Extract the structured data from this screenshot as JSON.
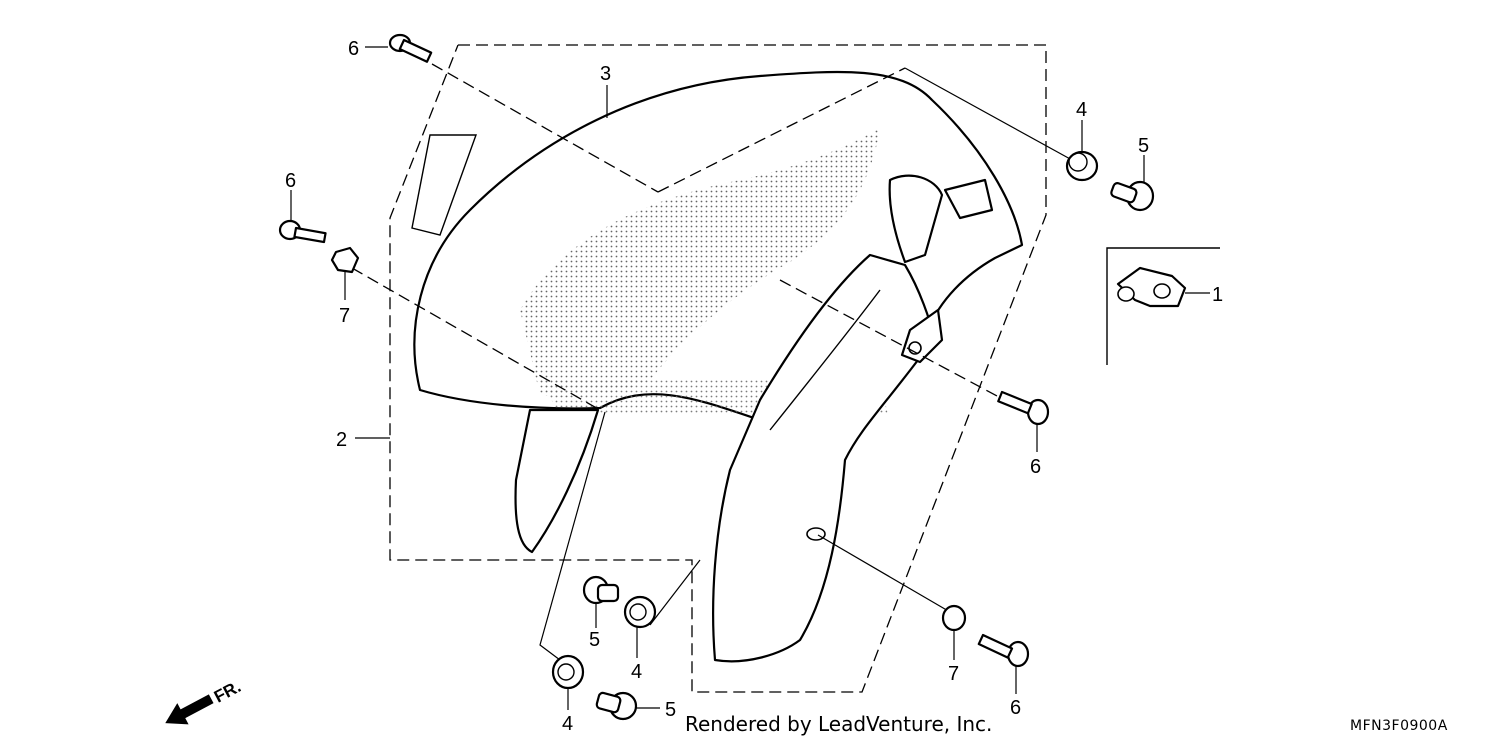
{
  "callouts": {
    "c1": "1",
    "c2": "2",
    "c3": "3",
    "c4a": "4",
    "c4b": "4",
    "c4c": "4",
    "c5a": "5",
    "c5b": "5",
    "c5c": "5",
    "c6a": "6",
    "c6b": "6",
    "c6c": "6",
    "c6d": "6",
    "c7a": "7",
    "c7b": "7"
  },
  "direction_marker": "FR.",
  "footer": {
    "credit": "Rendered by LeadVenture, Inc.",
    "diagram_code": "MFN3F0900A"
  }
}
